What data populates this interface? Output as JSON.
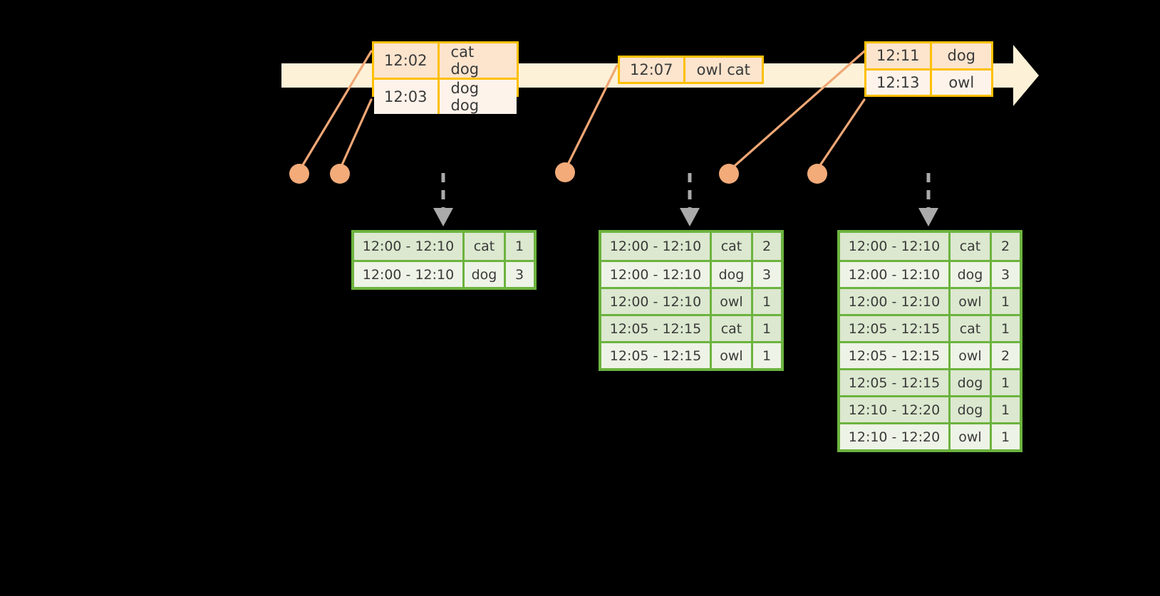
{
  "timeline": {
    "name": "event-stream-timeline",
    "bar_color": "#FDF2D8",
    "border_color": "#FFC000",
    "direction": "left-to-right"
  },
  "events": [
    {
      "id": "event-group-1",
      "rows": [
        {
          "time": "12:02",
          "words": "cat dog"
        },
        {
          "time": "12:03",
          "words": "dog dog"
        }
      ]
    },
    {
      "id": "event-group-2",
      "rows": [
        {
          "time": "12:07",
          "words": "owl cat"
        }
      ]
    },
    {
      "id": "event-group-3",
      "rows": [
        {
          "time": "12:11",
          "words": "dog"
        },
        {
          "time": "12:13",
          "words": "owl"
        }
      ]
    }
  ],
  "results": [
    {
      "id": "result-table-1",
      "rows": [
        {
          "window": "12:00 - 12:10",
          "word": "cat",
          "count": "1"
        },
        {
          "window": "12:00 - 12:10",
          "word": "dog",
          "count": "3"
        }
      ]
    },
    {
      "id": "result-table-2",
      "rows": [
        {
          "window": "12:00 - 12:10",
          "word": "cat",
          "count": "2"
        },
        {
          "window": "12:00 - 12:10",
          "word": "dog",
          "count": "3"
        },
        {
          "window": "12:00 - 12:10",
          "word": "owl",
          "count": "1"
        },
        {
          "window": "12:05 - 12:15",
          "word": "cat",
          "count": "1"
        },
        {
          "window": "12:05 - 12:15",
          "word": "owl",
          "count": "1"
        }
      ]
    },
    {
      "id": "result-table-3",
      "rows": [
        {
          "window": "12:00 - 12:10",
          "word": "cat",
          "count": "2"
        },
        {
          "window": "12:00 - 12:10",
          "word": "dog",
          "count": "3"
        },
        {
          "window": "12:00 - 12:10",
          "word": "owl",
          "count": "1"
        },
        {
          "window": "12:05 - 12:15",
          "word": "cat",
          "count": "1"
        },
        {
          "window": "12:05 - 12:15",
          "word": "owl",
          "count": "2"
        },
        {
          "window": "12:05 - 12:15",
          "word": "dog",
          "count": "1"
        },
        {
          "window": "12:10 - 12:20",
          "word": "dog",
          "count": "1"
        },
        {
          "window": "12:10 - 12:20",
          "word": "owl",
          "count": "1"
        }
      ]
    }
  ],
  "colors": {
    "background": "#000000",
    "event_border": "#FFC000",
    "event_fill_dark": "#FCE4CD",
    "event_fill_light": "#FDF3EA",
    "timeline_fill": "#FDF2D8",
    "result_border": "#6CB33F",
    "result_fill_dark": "#DCE8CF",
    "result_fill_light": "#EDF3E6",
    "connector": "#F0A775",
    "dot": "#F2AB79",
    "arrow": "#AAAAAA"
  },
  "markers": {
    "dot_count": 5,
    "dashed_arrow_count": 3
  }
}
